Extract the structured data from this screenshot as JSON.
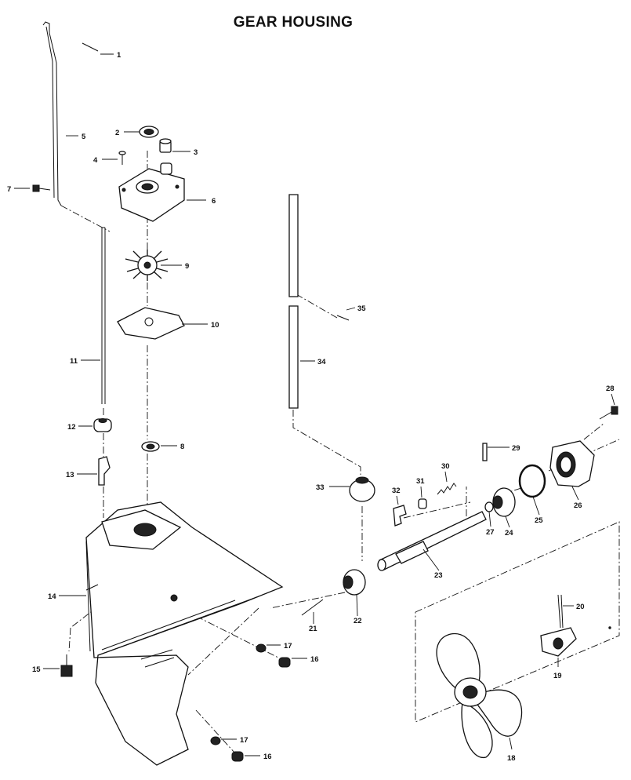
{
  "title": "GEAR HOUSING",
  "callouts": {
    "c1": "1",
    "c2": "2",
    "c3": "3",
    "c4": "4",
    "c5": "5",
    "c6": "6",
    "c7": "7",
    "c8": "8",
    "c9": "9",
    "c10": "10",
    "c11": "11",
    "c12": "12",
    "c13": "13",
    "c14": "14",
    "c15": "15",
    "c16a": "16",
    "c16b": "16",
    "c17a": "17",
    "c17b": "17",
    "c18": "18",
    "c19": "19",
    "c20": "20",
    "c21": "21",
    "c22": "22",
    "c23": "23",
    "c24": "24",
    "c25": "25",
    "c26": "26",
    "c27": "27",
    "c28": "28",
    "c29": "29",
    "c30": "30",
    "c31": "31",
    "c32": "32",
    "c33": "33",
    "c34": "34",
    "c35": "35"
  }
}
